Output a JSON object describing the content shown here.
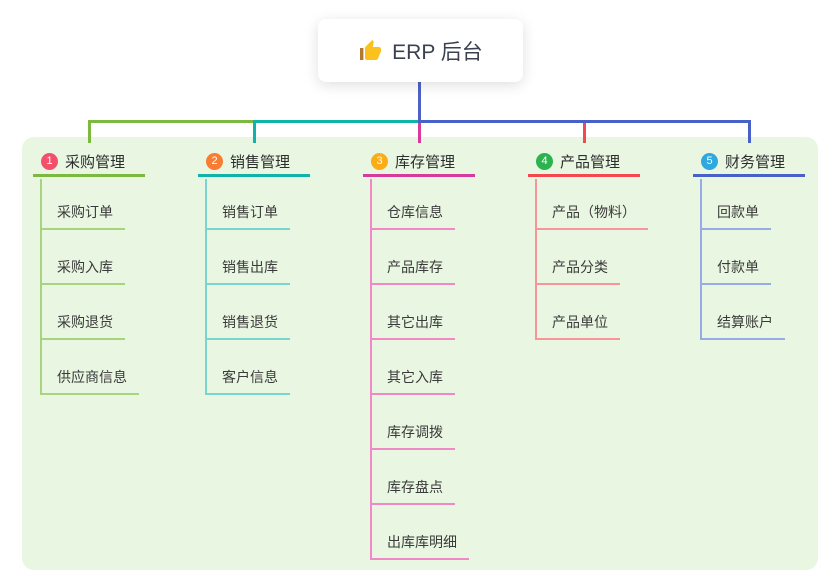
{
  "root": {
    "label": "ERP 后台",
    "icon": "thumbs-up-icon"
  },
  "branches": [
    {
      "number": "1",
      "label": "采购管理",
      "badge_color": "#f3506c",
      "line_color": "#7cb93f",
      "child_line_color": "#a9d47f",
      "children": [
        "采购订单",
        "采购入库",
        "采购退货",
        "供应商信息"
      ]
    },
    {
      "number": "2",
      "label": "销售管理",
      "badge_color": "#f87c33",
      "line_color": "#10b3a8",
      "child_line_color": "#79d6cf",
      "children": [
        "销售订单",
        "销售出库",
        "销售退货",
        "客户信息"
      ]
    },
    {
      "number": "3",
      "label": "库存管理",
      "badge_color": "#fbac16",
      "line_color": "#d83a9c",
      "child_line_color": "#ef8ac6",
      "children": [
        "仓库信息",
        "产品库存",
        "其它出库",
        "其它入库",
        "库存调拨",
        "库存盘点",
        "出库库明细"
      ]
    },
    {
      "number": "4",
      "label": "产品管理",
      "badge_color": "#2cb24f",
      "line_color": "#f2494f",
      "child_line_color": "#f7969a",
      "children": [
        "产品（物料）",
        "产品分类",
        "产品单位"
      ]
    },
    {
      "number": "5",
      "label": "财务管理",
      "badge_color": "#2fa8e0",
      "line_color": "#4761c8",
      "child_line_color": "#97abe6",
      "children": [
        "回款单",
        "付款单",
        "结算账户"
      ]
    }
  ],
  "colors": {
    "panel_bg": "#e9f7e2",
    "root_stem": "#4e61c8",
    "root_text": "#3a4150",
    "icon_gold": "#fbc21e",
    "icon_cuff": "#b5782f"
  }
}
